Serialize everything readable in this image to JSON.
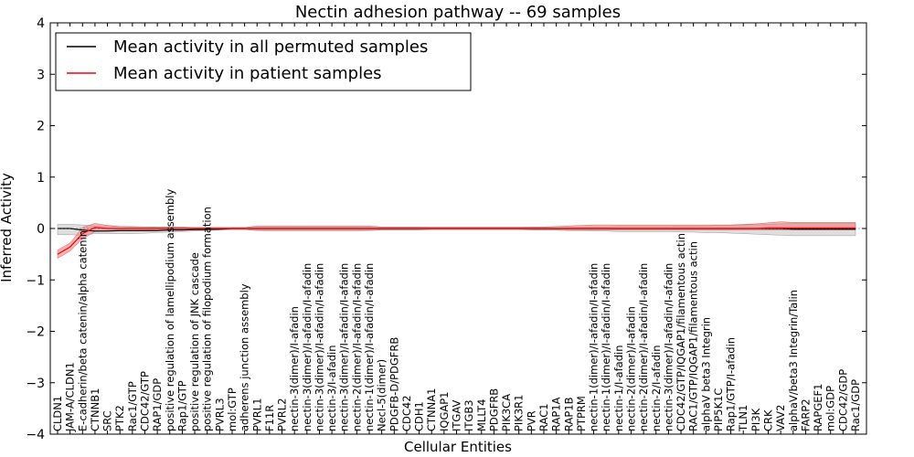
{
  "chart_data": {
    "type": "line",
    "title": "Nectin adhesion pathway -- 69 samples",
    "xlabel": "Cellular Entities",
    "ylabel": "Inferred Activity",
    "ylim": [
      -4,
      4
    ],
    "yticks": [
      -4,
      -3,
      -2,
      -1,
      0,
      1,
      2,
      3,
      4
    ],
    "grid": false,
    "legend_position": "top-left",
    "colors": {
      "permuted": "#000000",
      "patient": "#ff0000",
      "patient_band": "#f08080",
      "permuted_band": "#c8c8c8"
    },
    "categories": [
      "CLDN1",
      "JAM-A/CLDN1",
      "E-cadherin/beta catenin/alpha catenin",
      "CTNNB1",
      "SRC",
      "PTK2",
      "Rac1/GTP",
      "CDC42/GTP",
      "RAP1/GDP",
      "positive regulation of lamellipodium assembly",
      "Rap1/GTP",
      "positive regulation of JNK cascade",
      "positive regulation of filopodium formation",
      "PVRL3",
      "mol:GTP",
      "adherens junction assembly",
      "PVRL1",
      "F11R",
      "PVRL2",
      "nectin-3(dimer)/I-afadin",
      "nectin-3(dimer)/I-afadin/I-afadin",
      "nectin-3(dimer)/I-afadin/I-afadin",
      "nectin-3/I-afadin",
      "nectin-3(dimer)/I-afadin/I-afadin",
      "nectin-2(dimer)/I-afadin/I-afadin",
      "nectin-1(dimer)/I-afadin/I-afadin",
      "Necl-5(dimer)",
      "PDGFB-D/PDGFRB",
      "CDC42",
      "CDH1",
      "CTNNA1",
      "IQGAP1",
      "ITGAV",
      "ITGB3",
      "MLLT4",
      "PDGFRB",
      "PIK3CA",
      "PIK3R1",
      "PVR",
      "RAC1",
      "RAP1A",
      "RAP1B",
      "PTPRM",
      "nectin-1(dimer)/I-afadin/I-afadin",
      "nectin-1(dimer)/I-afadin/I-afadin",
      "nectin-1/I-afadin",
      "nectin-2(dimer)/I-afadin",
      "nectin-2(dimer)/I-afadin/I-afadin",
      "nectin-2/I-afadin",
      "nectin-3(dimer)/I-afadin/I-afadin",
      "CDC42/GTP/IQGAP1/filamentous actin",
      "RAC1/GTP/IQGAP1/filamentous actin",
      "alphaV beta3 Integrin",
      "PIP5K1C",
      "Rap1/GTP/I-afadin",
      "TLN1",
      "PI3K",
      "CRK",
      "VAV2",
      "alphaV/beta3 Integrin/Talin",
      "FARP2",
      "RAPGEF1",
      "mol:GDP",
      "CDC42/GDP",
      "Rac1/GDP"
    ],
    "tick_labels_extended": [
      "",
      "",
      "",
      "",
      "",
      "",
      "",
      "",
      "",
      "",
      "",
      "",
      "",
      "",
      "",
      "",
      "",
      "",
      "",
      "",
      "",
      "",
      "",
      "",
      "",
      "",
      "",
      "",
      "",
      "",
      "",
      "",
      "",
      "",
      "",
      "",
      "",
      "",
      "",
      "",
      "",
      "",
      "",
      "",
      "",
      "",
      "",
      "",
      "",
      "",
      "",
      "",
      "",
      "",
      "",
      "",
      "",
      "",
      "",
      "",
      "",
      "",
      "",
      "",
      ""
    ],
    "series": [
      {
        "name": "Mean activity in all permuted samples",
        "values": [
          0.0,
          0.0,
          -0.03,
          -0.05,
          -0.05,
          -0.04,
          -0.04,
          -0.04,
          -0.04,
          -0.03,
          -0.03,
          -0.02,
          -0.02,
          -0.01,
          0.0,
          0.0,
          0.0,
          0.0,
          0.0,
          0.0,
          0.0,
          0.0,
          0.0,
          0.0,
          0.0,
          0.0,
          0.0,
          0.0,
          0.0,
          0.0,
          0.0,
          0.0,
          0.0,
          0.0,
          0.0,
          0.0,
          0.0,
          0.0,
          0.0,
          0.0,
          0.0,
          0.0,
          0.0,
          0.0,
          0.0,
          0.0,
          0.0,
          0.0,
          0.0,
          0.0,
          0.0,
          0.0,
          0.0,
          0.0,
          0.0,
          0.0,
          0.0,
          0.0,
          0.0,
          -0.01,
          -0.01,
          -0.01,
          -0.01,
          -0.01,
          -0.01
        ],
        "band_low": [
          -0.12,
          -0.12,
          -0.13,
          -0.1,
          -0.1,
          -0.1,
          -0.1,
          -0.09,
          -0.08,
          -0.07,
          -0.06,
          -0.05,
          -0.04,
          -0.03,
          -0.02,
          -0.02,
          -0.04,
          -0.05,
          -0.05,
          -0.05,
          -0.05,
          -0.05,
          -0.05,
          -0.05,
          -0.05,
          -0.04,
          -0.03,
          -0.03,
          -0.03,
          -0.03,
          -0.02,
          -0.02,
          -0.02,
          -0.02,
          -0.02,
          -0.02,
          -0.02,
          -0.02,
          -0.03,
          -0.03,
          -0.03,
          -0.04,
          -0.04,
          -0.05,
          -0.05,
          -0.06,
          -0.06,
          -0.06,
          -0.06,
          -0.06,
          -0.07,
          -0.07,
          -0.08,
          -0.08,
          -0.09,
          -0.1,
          -0.11,
          -0.12,
          -0.13,
          -0.14,
          -0.14,
          -0.14,
          -0.14,
          -0.14,
          -0.14
        ],
        "band_high": [
          0.08,
          0.08,
          0.07,
          0.05,
          0.04,
          0.04,
          0.04,
          0.03,
          0.03,
          0.03,
          0.03,
          0.02,
          0.02,
          0.02,
          0.02,
          0.02,
          0.03,
          0.03,
          0.03,
          0.03,
          0.03,
          0.03,
          0.03,
          0.03,
          0.03,
          0.03,
          0.02,
          0.02,
          0.02,
          0.02,
          0.01,
          0.01,
          0.01,
          0.01,
          0.01,
          0.01,
          0.01,
          0.01,
          0.02,
          0.02,
          0.02,
          0.02,
          0.03,
          0.03,
          0.03,
          0.04,
          0.04,
          0.04,
          0.04,
          0.04,
          0.05,
          0.05,
          0.05,
          0.06,
          0.06,
          0.07,
          0.08,
          0.08,
          0.09,
          0.1,
          0.1,
          0.1,
          0.1,
          0.1,
          0.1
        ]
      },
      {
        "name": "Mean activity in patient samples",
        "values": [
          -0.5,
          -0.36,
          -0.1,
          0.02,
          0.0,
          0.0,
          0.0,
          0.0,
          0.0,
          0.0,
          0.0,
          0.0,
          0.0,
          0.0,
          0.0,
          0.0,
          0.0,
          0.0,
          0.0,
          0.0,
          0.0,
          0.0,
          0.0,
          0.0,
          0.0,
          0.0,
          0.0,
          0.0,
          0.0,
          0.0,
          0.0,
          0.0,
          0.0,
          0.0,
          0.0,
          0.0,
          0.0,
          0.0,
          0.0,
          0.0,
          0.0,
          0.0,
          0.0,
          0.0,
          0.0,
          0.0,
          0.0,
          0.0,
          0.0,
          0.0,
          0.0,
          0.0,
          0.0,
          0.0,
          0.0,
          0.0,
          0.0,
          0.01,
          0.01,
          0.01,
          0.01,
          0.01,
          0.01,
          0.01,
          0.01
        ],
        "band_low": [
          -0.58,
          -0.44,
          -0.2,
          -0.06,
          -0.04,
          -0.03,
          -0.03,
          -0.03,
          -0.02,
          -0.02,
          -0.02,
          -0.02,
          -0.02,
          -0.02,
          -0.02,
          -0.02,
          -0.03,
          -0.03,
          -0.03,
          -0.03,
          -0.03,
          -0.03,
          -0.03,
          -0.03,
          -0.03,
          -0.03,
          -0.02,
          -0.02,
          -0.02,
          -0.02,
          -0.02,
          -0.02,
          -0.02,
          -0.02,
          -0.02,
          -0.02,
          -0.02,
          -0.02,
          -0.02,
          -0.02,
          -0.02,
          -0.03,
          -0.03,
          -0.03,
          -0.03,
          -0.03,
          -0.03,
          -0.03,
          -0.03,
          -0.03,
          -0.03,
          -0.03,
          -0.03,
          -0.03,
          -0.03,
          -0.03,
          -0.03,
          -0.03,
          -0.03,
          -0.03,
          -0.03,
          -0.03,
          -0.03,
          -0.03,
          -0.03
        ],
        "band_high": [
          -0.42,
          -0.28,
          0.02,
          0.1,
          0.06,
          0.04,
          0.03,
          0.03,
          0.02,
          0.02,
          0.02,
          0.02,
          0.02,
          0.02,
          0.02,
          0.02,
          0.05,
          0.05,
          0.05,
          0.05,
          0.05,
          0.05,
          0.05,
          0.05,
          0.05,
          0.05,
          0.03,
          0.03,
          0.03,
          0.03,
          0.03,
          0.03,
          0.03,
          0.03,
          0.03,
          0.03,
          0.03,
          0.03,
          0.03,
          0.03,
          0.04,
          0.05,
          0.06,
          0.07,
          0.07,
          0.07,
          0.07,
          0.07,
          0.07,
          0.07,
          0.07,
          0.07,
          0.07,
          0.07,
          0.07,
          0.08,
          0.09,
          0.11,
          0.13,
          0.12,
          0.12,
          0.12,
          0.12,
          0.12,
          0.12
        ]
      }
    ]
  }
}
